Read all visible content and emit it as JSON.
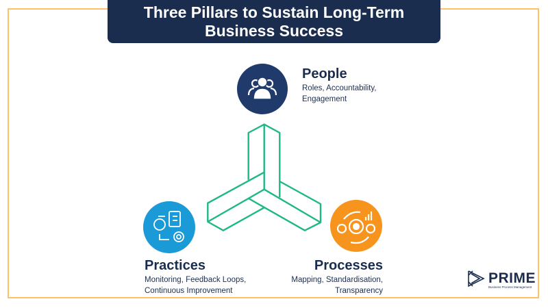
{
  "title": "Three Pillars to Sustain Long-Term Business Success",
  "title_lines": [
    "Three Pillars to Sustain Long-Term",
    "Business Success"
  ],
  "colors": {
    "border": "#FFC06A",
    "title_bg": "#1B2D4F",
    "people": "#1F3A6B",
    "practices": "#1A9AD6",
    "processes": "#F7941D",
    "structure": "#1DB885"
  },
  "pillars": [
    {
      "name": "People",
      "details": [
        "Roles, Accountability,",
        "Engagement"
      ],
      "icon": "people-group-icon"
    },
    {
      "name": "Practices",
      "details": [
        "Monitoring, Feedback Loops,",
        "Continuous Improvement"
      ],
      "icon": "clipboard-thumbs-up-gear-icon"
    },
    {
      "name": "Processes",
      "details": [
        "Mapping, Standardisation,",
        "Transparency"
      ],
      "icon": "gears-cycle-icon"
    }
  ],
  "logo": {
    "name": "PRIME",
    "tagline": "Business Process Management"
  }
}
